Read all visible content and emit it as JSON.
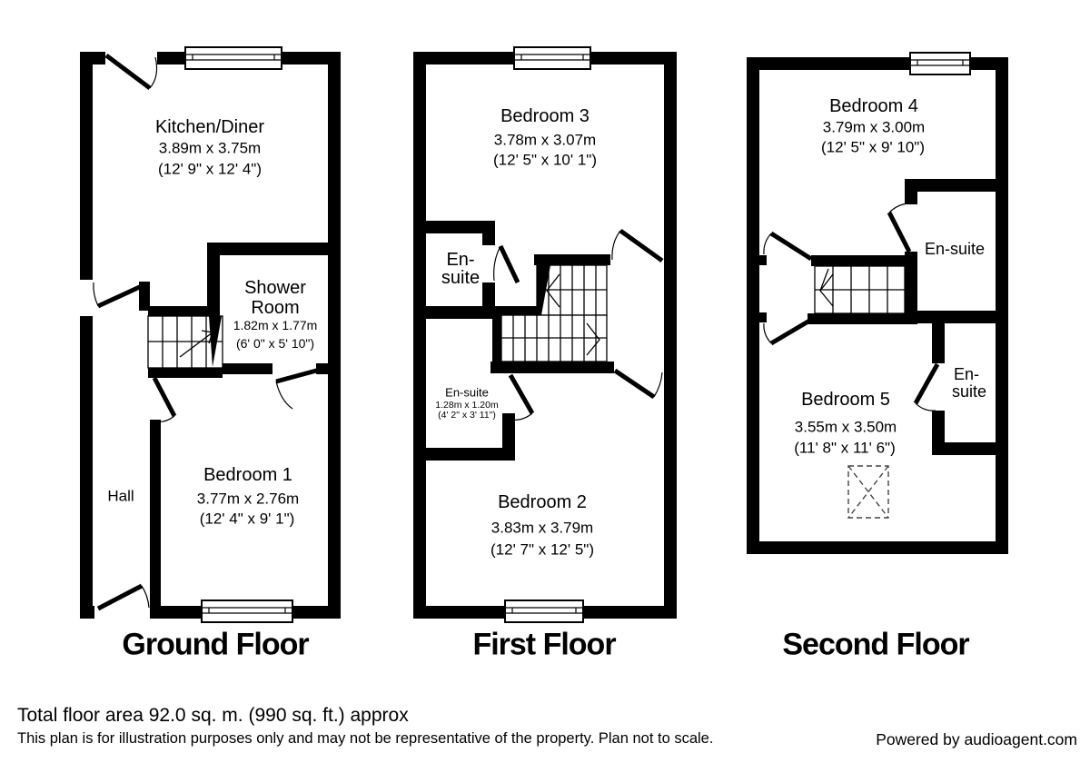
{
  "floors": [
    {
      "title": "Ground Floor",
      "rooms": {
        "kitchen": {
          "name": "Kitchen/Diner",
          "metric": "3.89m x 3.75m",
          "imperial": "(12' 9\" x 12' 4\")"
        },
        "shower": {
          "line1": "Shower",
          "line2": "Room",
          "metric": "1.82m x 1.77m",
          "imperial": "(6' 0\" x 5' 10\")"
        },
        "bedroom1": {
          "name": "Bedroom 1",
          "metric": "3.77m x 2.76m",
          "imperial": "(12' 4\" x 9' 1\")"
        },
        "hall": {
          "name": "Hall"
        }
      }
    },
    {
      "title": "First Floor",
      "rooms": {
        "bedroom3": {
          "name": "Bedroom 3",
          "metric": "3.78m x 3.07m",
          "imperial": "(12' 5\" x 10' 1\")"
        },
        "ensuite_top": {
          "line1": "En-",
          "line2": "suite"
        },
        "ensuite_small": {
          "name": "En-suite",
          "metric": "1.28m x 1.20m",
          "imperial": "(4' 2\" x 3' 11\")"
        },
        "bedroom2": {
          "name": "Bedroom 2",
          "metric": "3.83m x 3.79m",
          "imperial": "(12' 7\" x 12' 5\")"
        }
      }
    },
    {
      "title": "Second Floor",
      "rooms": {
        "bedroom4": {
          "name": "Bedroom 4",
          "metric": "3.79m x 3.00m",
          "imperial": "(12' 5\" x 9' 10\")"
        },
        "ensuite_upper": {
          "name": "En-suite"
        },
        "ensuite_lower": {
          "line1": "En-",
          "line2": "suite"
        },
        "bedroom5": {
          "name": "Bedroom 5",
          "metric": "3.55m x 3.50m",
          "imperial": "(11' 8\" x 11' 6\")"
        }
      }
    }
  ],
  "footer": {
    "total_area": "Total floor area 92.0 sq. m. (990 sq. ft.) approx",
    "disclaimer": "This plan is for illustration purposes only and may not be representative of the property. Plan not to scale.",
    "powered_by": "Powered by audioagent.com"
  }
}
